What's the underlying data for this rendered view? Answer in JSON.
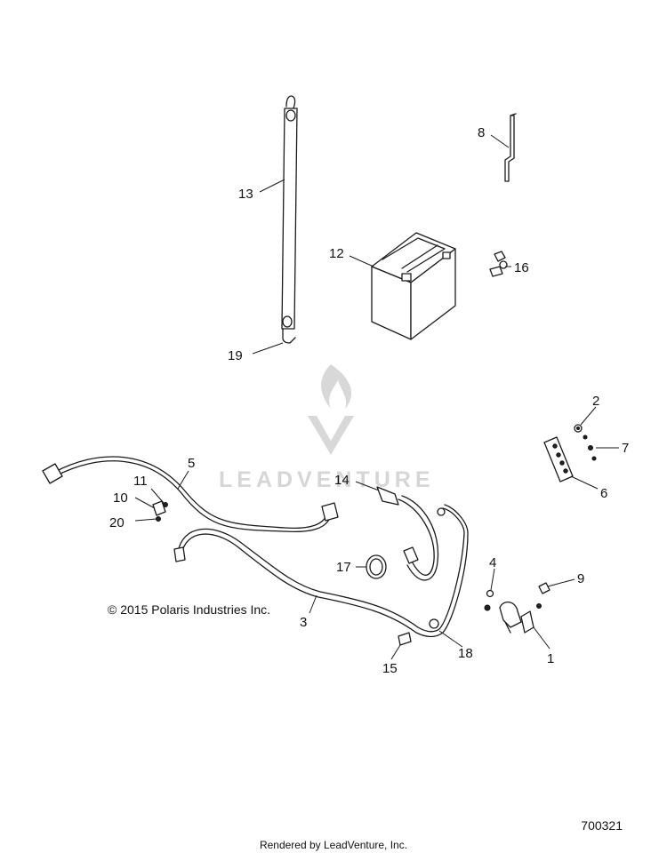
{
  "watermark": {
    "brand": "LEADVENTURE"
  },
  "copyright": "© 2015 Polaris Industries Inc.",
  "diagram_id": "700321",
  "render_credit": "Rendered by LeadVenture, Inc.",
  "callouts": {
    "c1": "1",
    "c2": "2",
    "c3": "3",
    "c4": "4",
    "c5": "5",
    "c6": "6",
    "c7": "7",
    "c8": "8",
    "c9": "9",
    "c10": "10",
    "c11": "11",
    "c12": "12",
    "c13": "13",
    "c14": "14",
    "c15": "15",
    "c16": "16",
    "c17": "17",
    "c18": "18",
    "c19": "19",
    "c20": "20"
  }
}
